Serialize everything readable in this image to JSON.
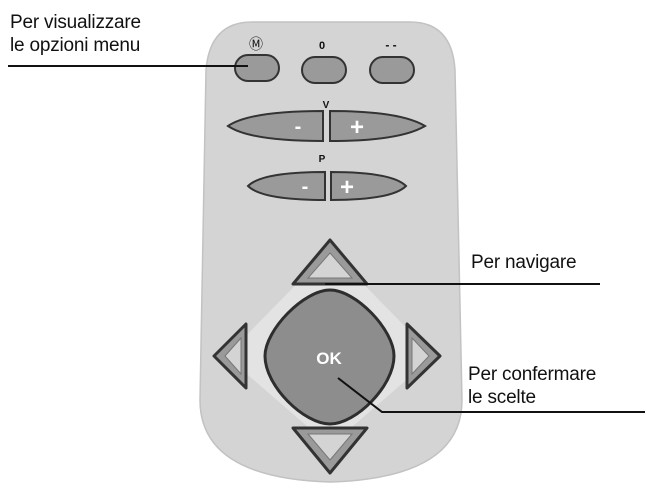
{
  "remote": {
    "top_buttons": [
      {
        "name": "menu",
        "label": "Ⓜ"
      },
      {
        "name": "zero",
        "label": "0"
      },
      {
        "name": "dash",
        "label": "- -"
      }
    ],
    "volume": {
      "label": "V",
      "minus": "-",
      "plus": "+"
    },
    "program": {
      "label": "P",
      "minus": "-",
      "plus": "+"
    },
    "ok_label": "OK"
  },
  "callouts": {
    "menu": [
      "Per visualizzare",
      "le opzioni menu"
    ],
    "navigate": [
      "Per navigare"
    ],
    "confirm": [
      "Per confermare",
      "le scelte"
    ]
  },
  "colors": {
    "body": "#d4d4d4",
    "button": "#9a9a9a",
    "outline": "#333333",
    "text": "#111111"
  }
}
